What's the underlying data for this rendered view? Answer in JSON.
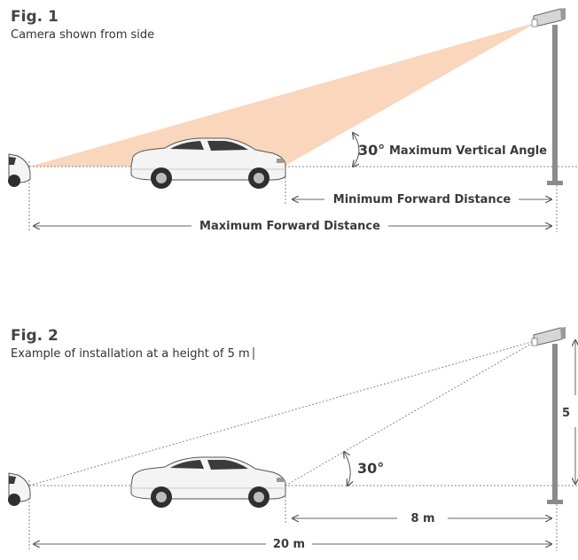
{
  "fig1": {
    "title": "Fig. 1",
    "subtitle": "Camera shown from side",
    "angle_value": "30°",
    "angle_label": "Maximum Vertical Angle",
    "min_distance_label": "Minimum Forward Distance",
    "max_distance_label": "Maximum Forward Distance"
  },
  "fig2": {
    "title": "Fig. 2",
    "subtitle": "Example of installation at a height of 5 m",
    "angle_value": "30°",
    "height_label": "5",
    "min_distance_label": "8 m",
    "max_distance_label": "20 m"
  },
  "colors": {
    "view_cone": "#f8cfb0",
    "pole": "#8b8b8b",
    "camera": "#cfcfcf",
    "car_body": "#f4f4f4",
    "car_outline": "#555555",
    "tire": "#2e2e2e"
  },
  "icons": {
    "camera": "cctv-camera-icon",
    "car": "suv-car-icon"
  }
}
